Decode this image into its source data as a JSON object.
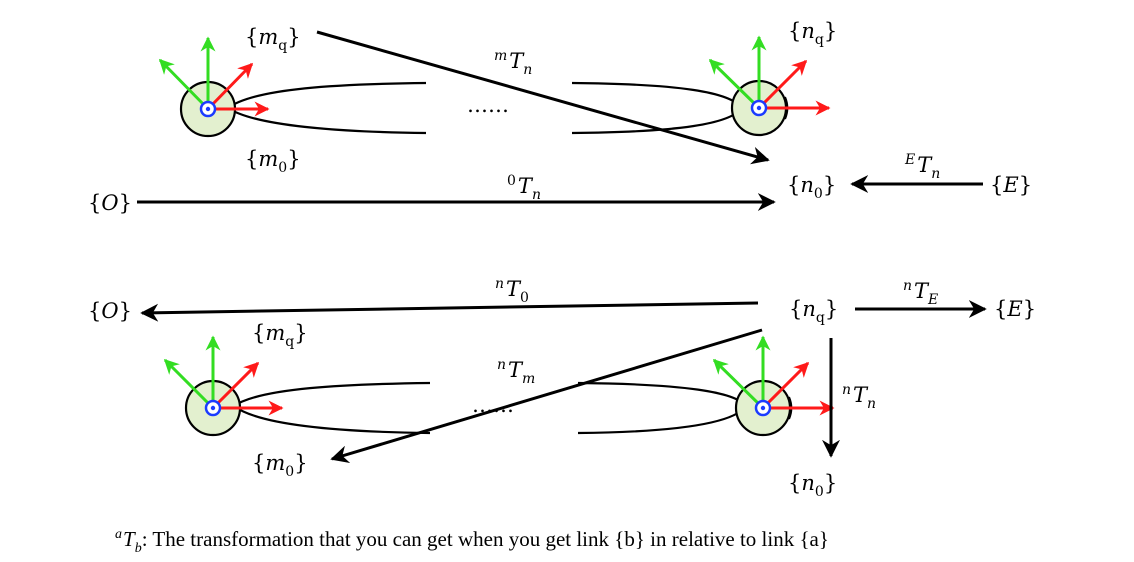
{
  "colors": {
    "joint_fill": "#e3f0cf",
    "axis_x": "#ff1a1a",
    "axis_y": "#33dd22",
    "axis_z": "#1b3bff",
    "line": "#000000"
  },
  "labels": {
    "m_q": "m",
    "m_q_sub": "q",
    "m_0": "m",
    "m_0_sub": "0",
    "n_q": "n",
    "n_q_sub": "q",
    "n_0": "n",
    "n_0_sub": "0",
    "O": "O",
    "E": "E",
    "dots": "……"
  },
  "transforms": {
    "mTn": {
      "sup": "m",
      "base": "T",
      "sub": "n"
    },
    "0Tn": {
      "sup": "0",
      "base": "T",
      "sub": "n"
    },
    "ETn": {
      "sup": "E",
      "base": "T",
      "sub": "n"
    },
    "nT0": {
      "sup": "n",
      "base": "T",
      "sub": "0"
    },
    "nTE": {
      "sup": "n",
      "base": "T",
      "sub": "E"
    },
    "nTm": {
      "sup": "n",
      "base": "T",
      "sub": "m"
    },
    "nTn": {
      "sup": "n",
      "base": "T",
      "sub": "n"
    }
  },
  "caption": {
    "sup": "a",
    "base": "T",
    "sub": "b",
    "text": ": The transformation that you can get when you get link {b} in relative to link {a}"
  }
}
